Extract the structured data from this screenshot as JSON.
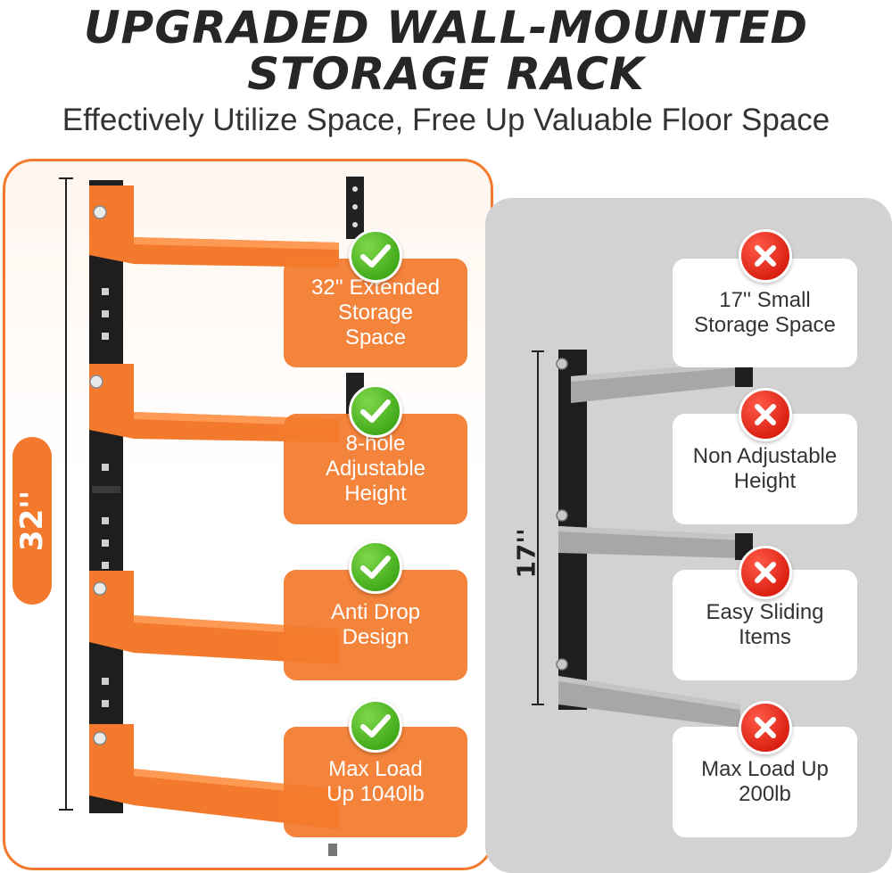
{
  "header": {
    "title_line1": "UPGRADED WALL-MOUNTED",
    "title_line2": "STORAGE RACK",
    "subtitle": "Effectively Utilize Space, Free Up Valuable Floor Space"
  },
  "upgraded_rack": {
    "height_label": "32''",
    "accent_color": "#f37a2c",
    "check_color": "#3fa818",
    "features": [
      {
        "text": "32'' Extended\nStorage\nSpace",
        "icon": "check-icon"
      },
      {
        "text": "8-hole\nAdjustable\nHeight",
        "icon": "check-icon"
      },
      {
        "text": "Anti Drop\nDesign",
        "icon": "check-icon"
      },
      {
        "text": "Max Load\nUp 1040lb",
        "icon": "check-icon"
      }
    ]
  },
  "standard_rack": {
    "height_label": "17''",
    "panel_color": "#d2d2d2",
    "cross_color": "#d91e10",
    "features": [
      {
        "text": "17'' Small\nStorage Space",
        "icon": "cross-icon"
      },
      {
        "text": "Non Adjustable\nHeight",
        "icon": "cross-icon"
      },
      {
        "text": "Easy Sliding\nItems",
        "icon": "cross-icon"
      },
      {
        "text": "Max Load Up\n200lb",
        "icon": "cross-icon"
      }
    ]
  }
}
